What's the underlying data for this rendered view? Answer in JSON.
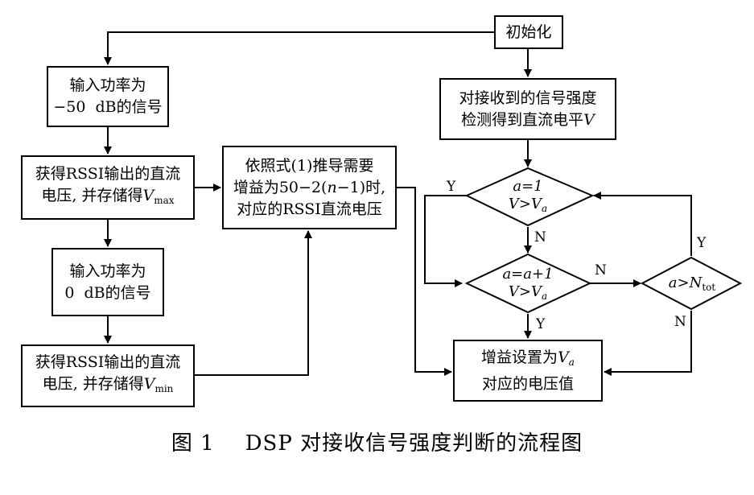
{
  "boxes": {
    "init": "初始化",
    "input_m50_l1": "输入功率为",
    "input_m50_l2": "−50  dB的信号",
    "get_vmax_l1": "获得RSSI输出的直流",
    "get_vmax_l2": "电压, 并存储得",
    "get_vmax_var": "V",
    "get_vmax_sub": "max",
    "input_0_l1": "输入功率为",
    "input_0_l2": "0  dB的信号",
    "get_vmin_l1": "获得RSSI输出的直流",
    "get_vmin_l2": "电压, 并存储得",
    "get_vmin_var": "V",
    "get_vmin_sub": "min",
    "derive_l1": "依照式(1)推导需要",
    "derive_l2a": "增益为50−2(",
    "derive_l2_var": "n",
    "derive_l2b": "−1)时,",
    "derive_l3": "对应的RSSI直流电压",
    "detect_l1": "对接收到的信号强度",
    "detect_l2": "检测得到直流电平",
    "detect_var": "V",
    "gain_l1a": "增益设置为",
    "gain_var": "V",
    "gain_sub": "a",
    "gain_l2": "对应的电压值"
  },
  "decisions": {
    "d1_l1": "a=1",
    "d1_l2a": "V>V",
    "d1_l2_sub": "a",
    "d2_l1": "a=a+1",
    "d2_l2a": "V>V",
    "d2_l2_sub": "a",
    "d3_a": "a>N",
    "d3_sub": "tot"
  },
  "edge_labels": {
    "y1": "Y",
    "n1": "N",
    "n2": "N",
    "y2": "Y",
    "y3": "Y",
    "n3": "N"
  },
  "caption": {
    "number": "图 1",
    "title": "DSP 对接收信号强度判断的流程图"
  }
}
